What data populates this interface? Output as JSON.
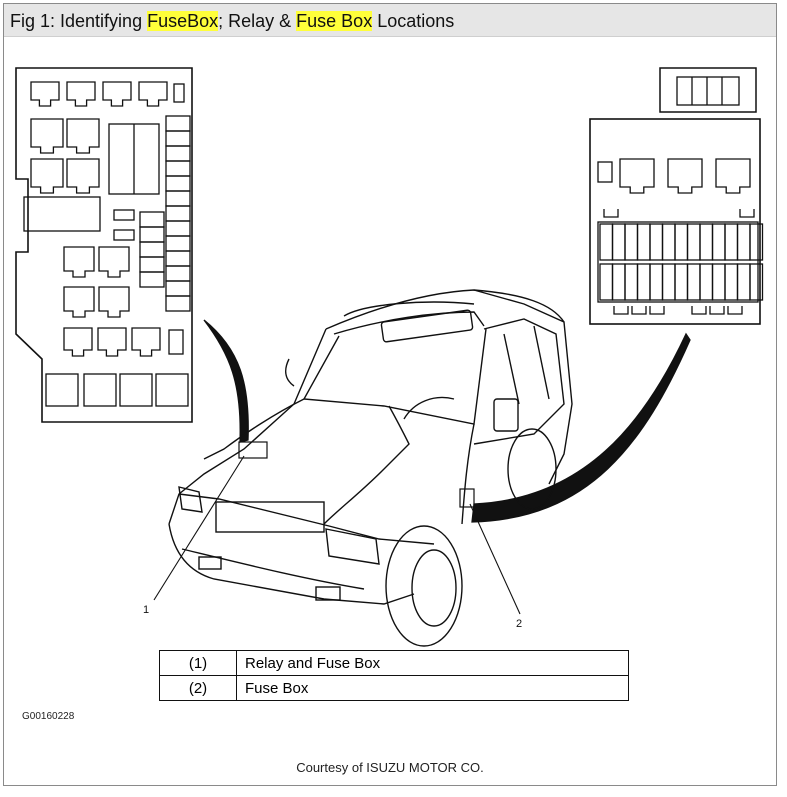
{
  "title": {
    "prefix": "Fig 1: Identifying ",
    "highlight1": "FuseBox",
    "middle": "; Relay & ",
    "highlight2": "Fuse Box",
    "suffix": " Locations"
  },
  "callouts": {
    "one": "1",
    "two": "2"
  },
  "legend": [
    {
      "num": "(1)",
      "label": "Relay and Fuse Box"
    },
    {
      "num": "(2)",
      "label": "Fuse Box"
    }
  ],
  "figure_code": "G00160228",
  "credit": "Courtesy of ISUZU MOTOR CO.",
  "colors": {
    "highlight": "#ffff3a",
    "title_bar": "#e6e6e6",
    "line": "#111111"
  }
}
